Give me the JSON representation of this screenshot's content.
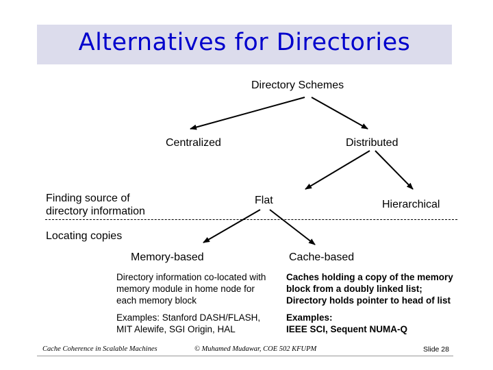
{
  "slide": {
    "title": "Alternatives for Directories",
    "root": "Directory Schemes",
    "centralized": "Centralized",
    "distributed": "Distributed",
    "finding_line1": "Finding source of",
    "finding_line2": "directory information",
    "flat": "Flat",
    "hierarchical": "Hierarchical",
    "locating": "Locating copies",
    "memory_based": "Memory-based",
    "cache_based": "Cache-based",
    "memory_desc": [
      "Directory information co-located with",
      "memory module in home node for",
      "each memory block"
    ],
    "cache_desc": [
      "Caches holding a copy of the memory",
      "block from a doubly linked list;",
      "Directory holds pointer to head of list"
    ],
    "memory_examples": [
      "Examples: Stanford DASH/FLASH,",
      "MIT Alewife, SGI Origin, HAL"
    ],
    "cache_examples": [
      "Examples:",
      "IEEE SCI, Sequent NUMA-Q"
    ]
  },
  "footer": {
    "left": "Cache Coherence in Scalable Machines",
    "middle": "© Muhamed Mudawar, COE 502 KFUPM",
    "right": "Slide 28"
  },
  "colors": {
    "title": "#0000cc",
    "title_bg": "#dcdcec"
  }
}
